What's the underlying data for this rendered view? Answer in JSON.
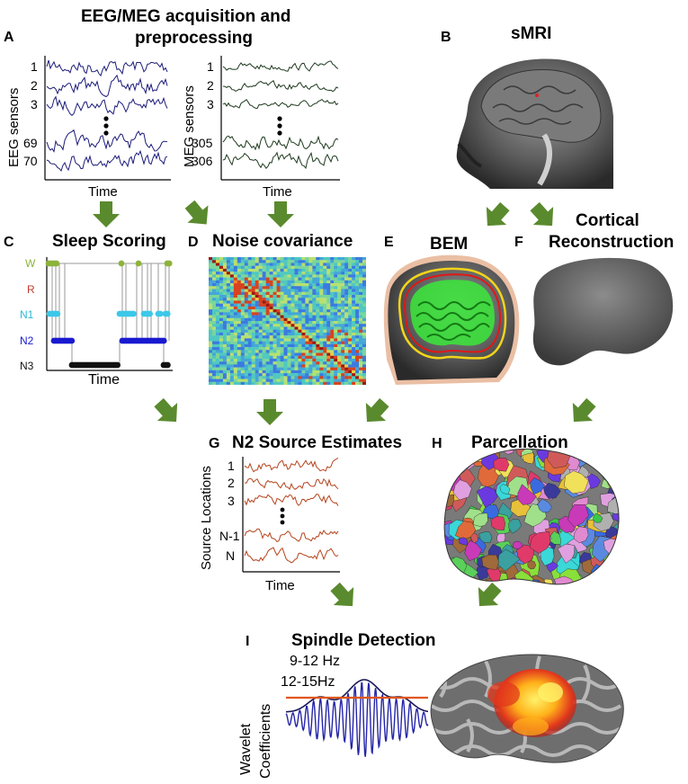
{
  "panels": {
    "A": {
      "letter": "A",
      "title_l1": "EEG/MEG acquisition and",
      "title_l2": "preprocessing",
      "eeg_ylabel": "EEG sensors",
      "meg_ylabel": "MEG sensors",
      "eeg_ticks": [
        "1",
        "2",
        "3",
        "69",
        "70"
      ],
      "meg_ticks": [
        "1",
        "2",
        "3",
        "305",
        "306"
      ],
      "xlabel": "Time"
    },
    "B": {
      "letter": "B",
      "title": "sMRI"
    },
    "C": {
      "letter": "C",
      "title": "Sleep Scoring",
      "stages": [
        "W",
        "R",
        "N1",
        "N2",
        "N3"
      ],
      "xlabel": "Time"
    },
    "D": {
      "letter": "D",
      "title": "Noise covariance"
    },
    "E": {
      "letter": "E",
      "title": "BEM"
    },
    "F": {
      "letter": "F",
      "title_l1": "Cortical",
      "title_l2": "Reconstruction"
    },
    "G": {
      "letter": "G",
      "title": "N2 Source Estimates",
      "ylabel": "Source Locations",
      "ticks": [
        "1",
        "2",
        "3",
        "N-1",
        "N"
      ],
      "xlabel": "Time"
    },
    "H": {
      "letter": "H",
      "title": "Parcellation"
    },
    "I": {
      "letter": "I",
      "title": "Spindle Detection",
      "band1": "9-12 Hz",
      "band2": "12-15Hz",
      "ylabel_l1": "Wavelet",
      "ylabel_l2": "Coefficients"
    }
  },
  "colors": {
    "arrow": "#5a8a2e",
    "eeg_trace": "#1c1c7a",
    "meg_trace": "#1e3a1e",
    "source_trace": "#b5441c",
    "wake": "#8db33a",
    "rem": "#c0392b",
    "n1": "#3cc8e8",
    "n2": "#1a1ad0",
    "n3": "#111111",
    "wavelet": "#2525a8",
    "threshold": "#e0561a"
  }
}
